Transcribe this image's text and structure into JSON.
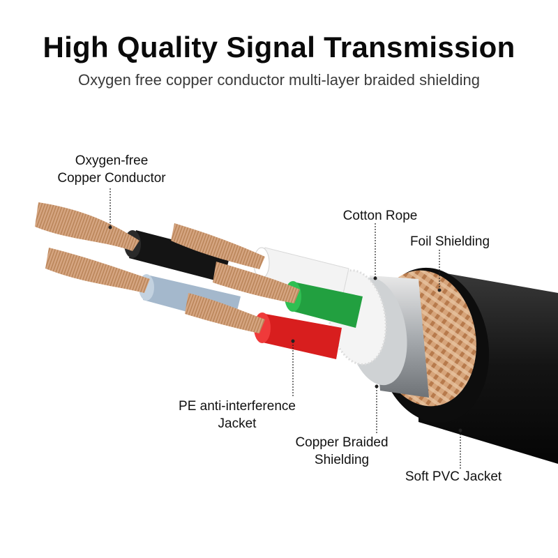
{
  "header": {
    "title": "High Quality Signal Transmission",
    "subtitle": "Oxygen free copper conductor multi-layer braided shielding"
  },
  "labels": {
    "conductor_l1": "Oxygen-free",
    "conductor_l2": "Copper Conductor",
    "cotton_rope": "Cotton Rope",
    "foil_shielding": "Foil Shielding",
    "pe_jacket_l1": "PE anti-interference",
    "pe_jacket_l2": "Jacket",
    "copper_braid_l1": "Copper Braided",
    "copper_braid_l2": "Shielding",
    "pvc_jacket": "Soft PVC Jacket"
  },
  "colors": {
    "pvc_jacket": "#1b1b1b",
    "foil": "#b9bcbf",
    "copper": "#c9956a",
    "wire_black": "#111111",
    "wire_blue": "#9fb3c8",
    "wire_white": "#f2f2f2",
    "wire_green": "#1f9b3a",
    "wire_red": "#d62020"
  }
}
